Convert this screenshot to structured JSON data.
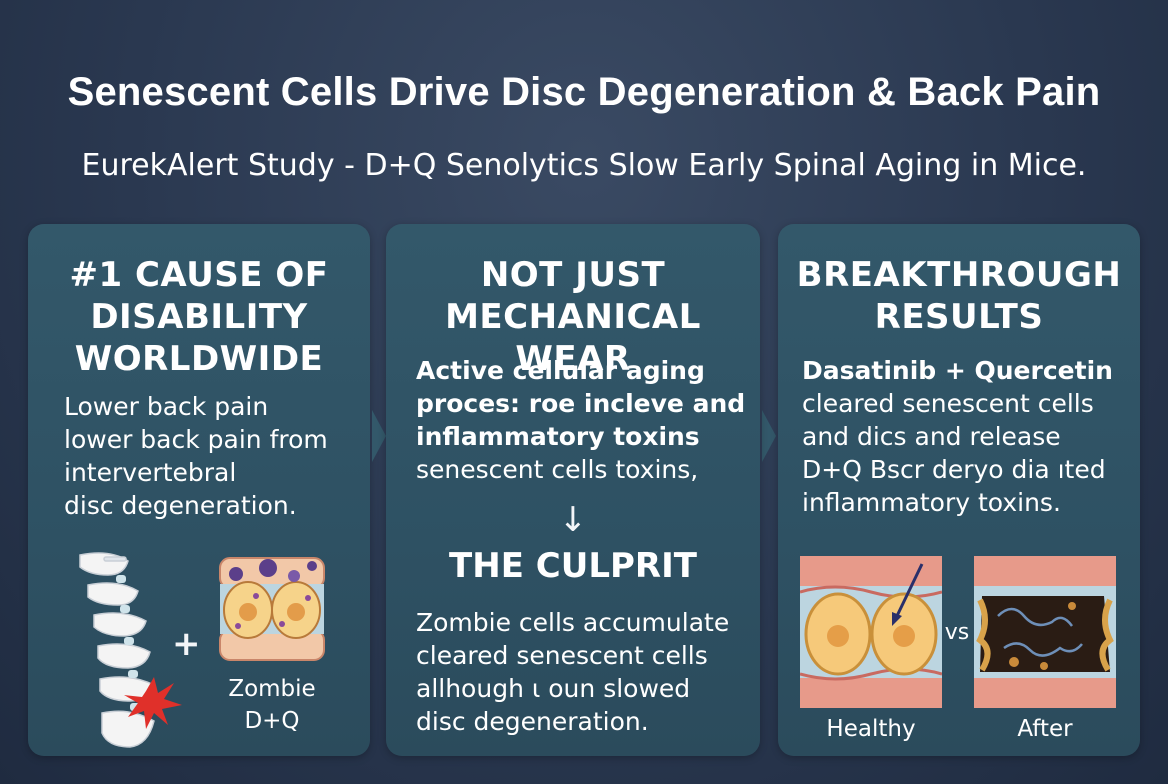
{
  "title": "Senescent Cells Drive Disc Degeneration & Back Pain",
  "subtitle": "EurekAlert Study - D+Q Senolytics Slow Early Spinal Aging in Mice.",
  "panel1": {
    "heading": [
      "#1 CAUSE OF",
      "DISABILITY",
      "WORLDWIDE"
    ],
    "body": [
      "Lower back pain",
      "lower back pain from",
      "intervertebral",
      "disc degeneration."
    ],
    "plus": "+",
    "caption": [
      "Zombie",
      "D+Q"
    ]
  },
  "panel2": {
    "heading": [
      "NOT JUST",
      "MECHANICAL WEAR"
    ],
    "body": [
      "Active cellular aging",
      "proces: roe incleve and",
      "inflammatory toxins",
      "senescent cells toxins,"
    ],
    "arrow": "↓",
    "culprit": "THE CULPRIT",
    "body2": [
      "Zombie cells accumulate",
      "cleared senescent cells",
      "allhough ι oun slowed",
      "disc degeneration."
    ]
  },
  "panel3": {
    "heading": [
      "BREAKTHROUGH",
      "RESULTS"
    ],
    "body": [
      "Dasatinib + Quercetin",
      "cleared senescent cells",
      "and dics and release",
      "D+Q Bscr deryo dia ıted",
      "inflammatory toxins."
    ],
    "vs": "vs",
    "healthy": "Healthy",
    "after": "After"
  },
  "colors": {
    "background": "#2a3850",
    "panel": "#2e5163",
    "text": "#ffffff",
    "accent_red": "#e0302a",
    "cell_yellow": "#f6c97a",
    "tissue_pink": "#e79a8a"
  }
}
